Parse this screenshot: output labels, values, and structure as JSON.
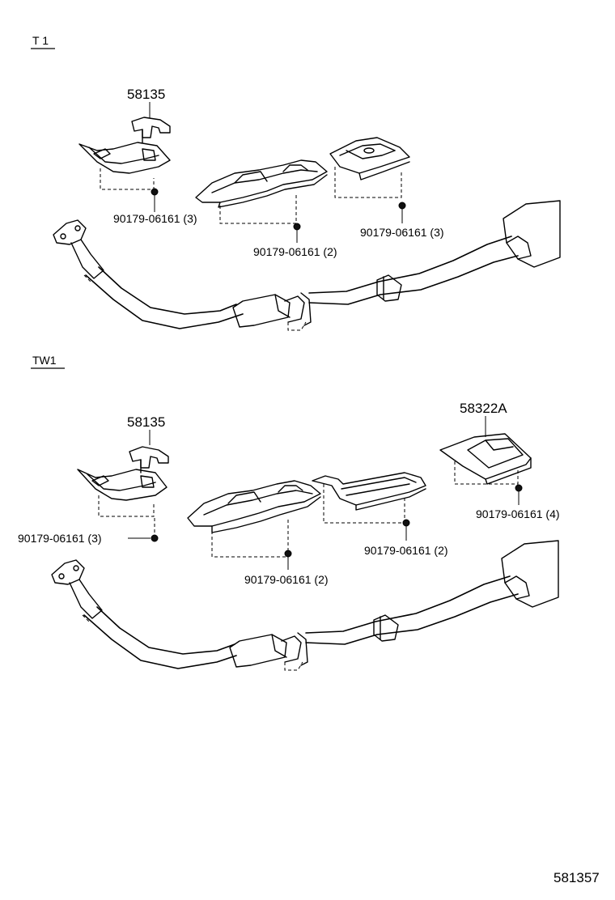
{
  "sections": [
    {
      "id": "t1",
      "header": "T 1",
      "labels": {
        "bracket": "58135",
        "nut_left": "90179-06161 (3)",
        "nut_center": "90179-06161 (2)",
        "nut_right": "90179-06161 (3)"
      }
    },
    {
      "id": "tw1",
      "header": "TW1",
      "labels": {
        "bracket": "58135",
        "insulator": "58322A",
        "nut_left": "90179-06161 (3)",
        "nut_center": "90179-06161 (2)",
        "nut_mid": "90179-06161 (2)",
        "nut_right": "90179-06161 (4)"
      }
    }
  ],
  "figure_id": "581357"
}
